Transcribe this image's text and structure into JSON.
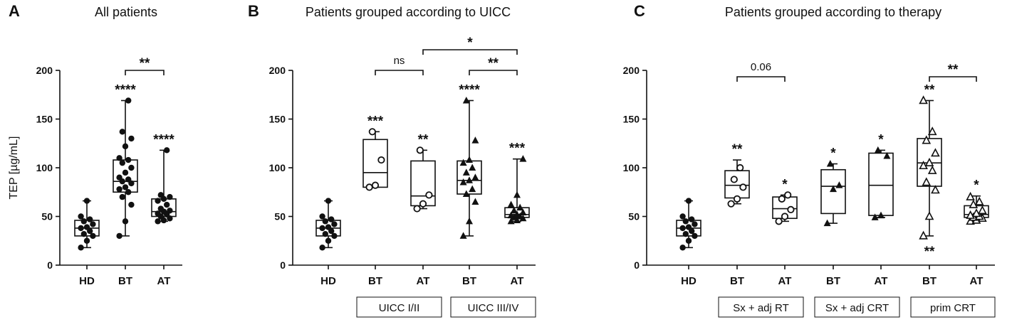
{
  "chart_data": [
    {
      "type": "box",
      "panel": "A",
      "title": "All patients",
      "ylabel": "TEP [µg/mL]",
      "ylim": [
        0,
        200
      ],
      "yticks": [
        "0",
        "50",
        "100",
        "150",
        "200"
      ],
      "categories": [
        "HD",
        "BT",
        "AT"
      ],
      "groups": [],
      "boxes": [
        {
          "cat": "HD",
          "min": 18,
          "q1": 30,
          "median": 38,
          "q3": 46,
          "max": 66,
          "marker": "dot",
          "points": [
            18,
            25,
            30,
            32,
            35,
            38,
            39,
            42,
            45,
            47,
            50,
            66
          ],
          "star": ""
        },
        {
          "cat": "BT",
          "min": 30,
          "q1": 75,
          "median": 86,
          "q3": 108,
          "max": 169,
          "marker": "dot",
          "points": [
            30,
            45,
            62,
            70,
            75,
            78,
            80,
            84,
            86,
            88,
            90,
            95,
            100,
            105,
            108,
            110,
            122,
            130,
            137,
            169
          ],
          "star": "****"
        },
        {
          "cat": "AT",
          "min": 45,
          "q1": 50,
          "median": 55,
          "q3": 68,
          "max": 118,
          "marker": "dot",
          "points": [
            45,
            46,
            48,
            50,
            52,
            53,
            55,
            56,
            58,
            62,
            66,
            68,
            70,
            72,
            118
          ],
          "star": "****"
        }
      ],
      "comparisons": [
        {
          "from": "BT",
          "to": "AT",
          "label": "**"
        }
      ]
    },
    {
      "type": "box",
      "panel": "B",
      "title": "Patients grouped according to UICC",
      "ylim": [
        0,
        200
      ],
      "yticks": [
        "0",
        "50",
        "100",
        "150",
        "200"
      ],
      "categories": [
        "HD",
        "BT",
        "AT",
        "BT",
        "AT"
      ],
      "groups": [
        {
          "label": "UICC I/II",
          "from": 1,
          "to": 2
        },
        {
          "label": "UICC III/IV",
          "from": 3,
          "to": 4
        }
      ],
      "boxes": [
        {
          "cat": "HD",
          "min": 18,
          "q1": 30,
          "median": 38,
          "q3": 46,
          "max": 66,
          "marker": "dot",
          "points": [
            18,
            25,
            30,
            32,
            35,
            38,
            39,
            42,
            45,
            47,
            50,
            66
          ],
          "star": ""
        },
        {
          "cat": "BT",
          "min": 80,
          "q1": 80,
          "median": 95,
          "q3": 129,
          "max": 137,
          "marker": "open-circle",
          "points": [
            80,
            82,
            108,
            137
          ],
          "star": "***"
        },
        {
          "cat": "AT",
          "min": 58,
          "q1": 61,
          "median": 71,
          "q3": 107,
          "max": 118,
          "marker": "open-circle",
          "points": [
            58,
            63,
            72,
            118
          ],
          "star": "**"
        },
        {
          "cat": "BT",
          "min": 30,
          "q1": 73,
          "median": 87,
          "q3": 107,
          "max": 169,
          "marker": "triangle",
          "points": [
            30,
            45,
            65,
            73,
            78,
            85,
            87,
            90,
            95,
            100,
            105,
            108,
            128,
            169
          ],
          "star": "****"
        },
        {
          "cat": "AT",
          "min": 45,
          "q1": 49,
          "median": 52,
          "q3": 59,
          "max": 109,
          "marker": "triangle",
          "points": [
            45,
            46,
            48,
            49,
            50,
            51,
            52,
            54,
            56,
            59,
            62,
            72,
            109
          ],
          "star": "***"
        }
      ],
      "comparisons": [
        {
          "from": 1,
          "to": 2,
          "label": "ns"
        },
        {
          "from": 3,
          "to": 4,
          "label": "**"
        },
        {
          "from": 2,
          "to": 4,
          "label": "*"
        }
      ]
    },
    {
      "type": "box",
      "panel": "C",
      "title": "Patients grouped according to therapy",
      "ylim": [
        0,
        200
      ],
      "yticks": [
        "0",
        "50",
        "100",
        "150",
        "200"
      ],
      "categories": [
        "HD",
        "BT",
        "AT",
        "BT",
        "AT",
        "BT",
        "AT"
      ],
      "groups": [
        {
          "label": "Sx + adj RT",
          "from": 1,
          "to": 2
        },
        {
          "label": "Sx + adj CRT",
          "from": 3,
          "to": 4
        },
        {
          "label": "prim CRT",
          "from": 5,
          "to": 6
        }
      ],
      "boxes": [
        {
          "cat": "HD",
          "min": 18,
          "q1": 30,
          "median": 38,
          "q3": 46,
          "max": 66,
          "marker": "dot",
          "points": [
            18,
            25,
            30,
            32,
            35,
            38,
            39,
            42,
            45,
            47,
            50,
            66
          ],
          "star": ""
        },
        {
          "cat": "BT",
          "min": 63,
          "q1": 69,
          "median": 82,
          "q3": 97,
          "max": 108,
          "marker": "open-circle",
          "points": [
            63,
            68,
            80,
            88,
            100
          ],
          "star": "**"
        },
        {
          "cat": "AT",
          "min": 45,
          "q1": 48,
          "median": 58,
          "q3": 70,
          "max": 72,
          "marker": "open-circle",
          "points": [
            45,
            50,
            57,
            68,
            72
          ],
          "star": "*"
        },
        {
          "cat": "BT",
          "min": 43,
          "q1": 53,
          "median": 81,
          "q3": 98,
          "max": 104,
          "marker": "triangle",
          "points": [
            43,
            78,
            82,
            104
          ],
          "star": "*"
        },
        {
          "cat": "AT",
          "min": 49,
          "q1": 51,
          "median": 82,
          "q3": 115,
          "max": 118,
          "marker": "triangle",
          "points": [
            49,
            51,
            112,
            118
          ],
          "star": "*"
        },
        {
          "cat": "BT",
          "min": 30,
          "q1": 81,
          "median": 105,
          "q3": 130,
          "max": 169,
          "marker": "open-triangle",
          "points": [
            30,
            50,
            77,
            85,
            97,
            102,
            105,
            115,
            128,
            137,
            169
          ],
          "star": "**",
          "star_below": "**"
        },
        {
          "cat": "AT",
          "min": 45,
          "q1": 49,
          "median": 52,
          "q3": 61,
          "max": 71,
          "marker": "open-triangle",
          "points": [
            45,
            46,
            48,
            49,
            50,
            51,
            53,
            56,
            62,
            65,
            70
          ],
          "star": "*"
        }
      ],
      "comparisons": [
        {
          "from": 1,
          "to": 2,
          "label": "0.06"
        },
        {
          "from": 5,
          "to": 6,
          "label": "**"
        }
      ]
    }
  ]
}
